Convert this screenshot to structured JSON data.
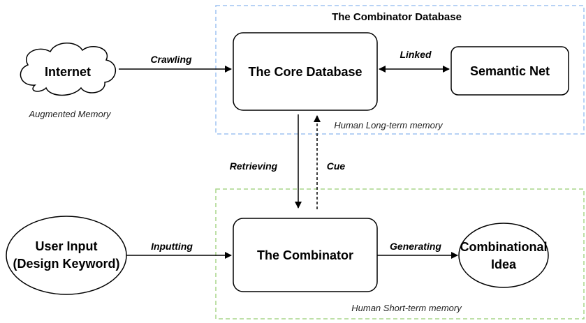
{
  "nodes": {
    "internet": "Internet",
    "core_database": "The Core Database",
    "semantic_net": "Semantic Net",
    "user_input_line1": "User Input",
    "user_input_line2": "(Design Keyword)",
    "combinator": "The Combinator",
    "idea_line1": "Combinational",
    "idea_line2": "Idea"
  },
  "groups": {
    "database_title": "The Combinator Database",
    "long_term": "Human Long-term memory",
    "short_term": "Human Short-term memory"
  },
  "notes": {
    "augmented_memory": "Augmented Memory"
  },
  "edges": {
    "crawling": "Crawling",
    "linked": "Linked",
    "retrieving": "Retrieving",
    "cue": "Cue",
    "inputting": "Inputting",
    "generating": "Generating"
  },
  "colors": {
    "database_border": "#9fc3f2",
    "short_term_border": "#a9d68a",
    "stroke": "#000000"
  }
}
